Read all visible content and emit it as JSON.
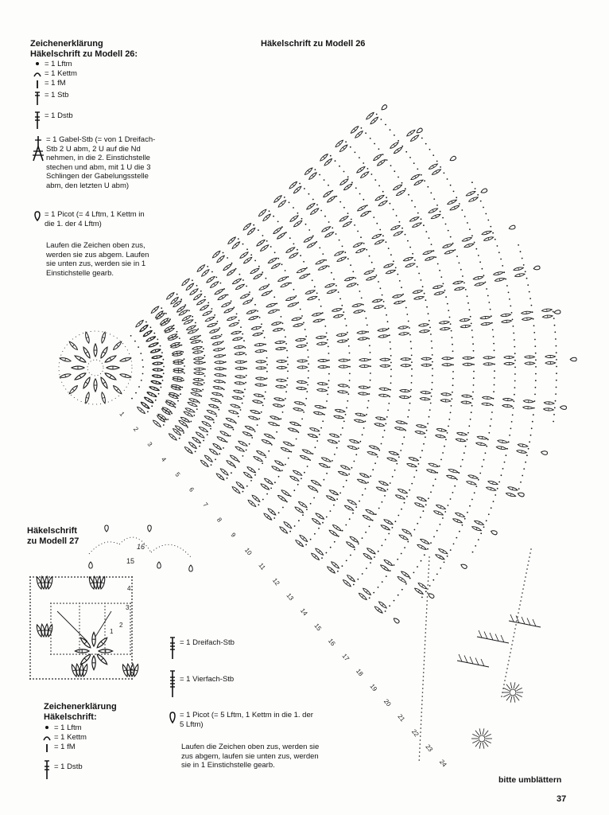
{
  "legend26": {
    "heading1": "Zeichenerklärung",
    "heading2": "Häkelschrift zu Modell 26:",
    "items": [
      {
        "icon": "dot-chain-icon",
        "text": "= 1 Lftm"
      },
      {
        "icon": "arc-slipstitch-icon",
        "text": "= 1 Kettm"
      },
      {
        "icon": "bar-single-crochet-icon",
        "text": "= 1 fM"
      },
      {
        "icon": "treble-stitch-icon",
        "text": "= 1 Stb"
      },
      {
        "icon": "double-treble-icon",
        "text": "= 1 Dstb"
      },
      {
        "icon": "fork-stitch-icon",
        "text": "= 1 Gabel-Stb (= von 1 Dreifach-Stb 2 U abm, 2 U auf die Nd nehmen, in die 2. Einstichstelle stechen und abm, mit 1 U die 3 Schlingen der Gabelungsstelle abm, den letzten U abm)"
      },
      {
        "icon": "picot-icon",
        "text": "= 1 Picot (= 4 Lftm, 1 Kettm in die 1. der 4 Lftm)"
      }
    ],
    "note": "Laufen die Zeichen oben zus, werden sie zus abgem. Laufen sie unten zus, werden sie in 1 Einstichstelle gearb."
  },
  "chart26": {
    "title": "Häkelschrift zu Modell 26",
    "row_labels": [
      "1",
      "2",
      "3",
      "4",
      "5",
      "6",
      "7",
      "8",
      "9",
      "10",
      "11",
      "12",
      "13",
      "14",
      "15",
      "16",
      "17",
      "18",
      "19",
      "20",
      "21",
      "22",
      "23",
      "24"
    ]
  },
  "chart27": {
    "title_line1": "Häkelschrift",
    "title_line2": "zu Modell 27",
    "row_labels": [
      "1",
      "2",
      "3",
      "4",
      "15",
      "16"
    ]
  },
  "legend27_upper": {
    "items": [
      {
        "icon": "triple-treble-icon",
        "text": "= 1 Dreifach-Stb"
      },
      {
        "icon": "quadruple-treble-icon",
        "text": "= 1 Vierfach-Stb"
      },
      {
        "icon": "picot-icon",
        "text": "= 1 Picot (= 5 Lftm, 1 Kettm in die 1. der 5 Lftm)"
      }
    ],
    "note": "Laufen die Zeichen oben zus, werden sie zus abgem, laufen sie unten zus, werden sie in 1 Einstichstelle gearb."
  },
  "legend27": {
    "heading1": "Zeichenerklärung",
    "heading2": "Häkelschrift:",
    "items": [
      {
        "icon": "dot-chain-icon",
        "text": "= 1 Lftm"
      },
      {
        "icon": "arc-slipstitch-icon",
        "text": "= 1 Kettm"
      },
      {
        "icon": "bar-single-crochet-icon",
        "text": "= 1 fM"
      },
      {
        "icon": "double-treble-icon",
        "text": "= 1 Dstb"
      }
    ]
  },
  "footer": {
    "turn_page": "bitte umblättern",
    "page_number": "37"
  }
}
